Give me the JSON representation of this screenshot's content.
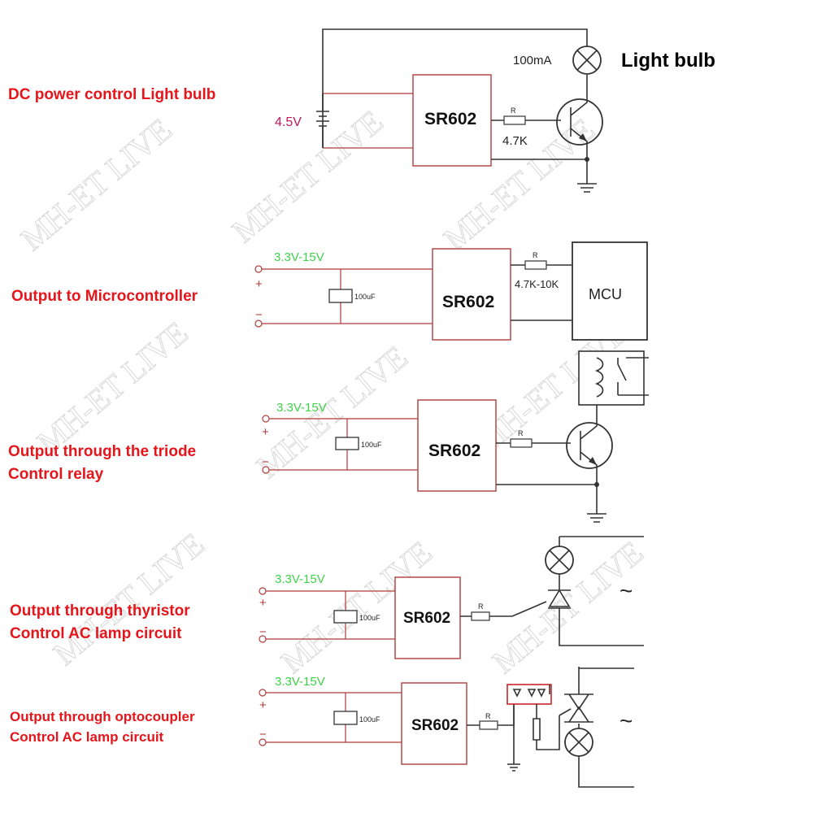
{
  "circuits": [
    {
      "label_lines": [
        "DC power control Light bulb"
      ],
      "module": "SR602",
      "supply": "4.5V",
      "resistor_label": "R",
      "resistor_value": "4.7K",
      "load_current": "100mA",
      "load_label": "Light bulb"
    },
    {
      "label_lines": [
        "Output to Microcontroller"
      ],
      "module": "SR602",
      "supply": "3.3V-15V",
      "capacitor": "100uF",
      "resistor_label": "R",
      "resistor_value": "4.7K-10K",
      "load_label": "MCU"
    },
    {
      "label_lines": [
        "Output through the triode",
        "Control relay"
      ],
      "module": "SR602",
      "supply": "3.3V-15V",
      "capacitor": "100uF",
      "resistor_label": "R"
    },
    {
      "label_lines": [
        "Output through thyristor",
        "Control AC lamp circuit"
      ],
      "module": "SR602",
      "supply": "3.3V-15V",
      "capacitor": "100uF",
      "resistor_label": "R",
      "ac_symbol": "~"
    },
    {
      "label_lines": [
        "Output through optocoupler",
        "Control AC lamp circuit"
      ],
      "module": "SR602",
      "supply": "3.3V-15V",
      "capacitor": "100uF",
      "resistor_label": "R",
      "ac_symbol": "~"
    }
  ],
  "polarity": {
    "plus": "+",
    "minus": "−"
  },
  "watermark": "MH-ET LIVE",
  "colors": {
    "label": "#e4161b",
    "wire": "#333333",
    "box": "#b23b3b",
    "supply_green": "#3fd14a",
    "supply_magenta": "#c2185b"
  }
}
